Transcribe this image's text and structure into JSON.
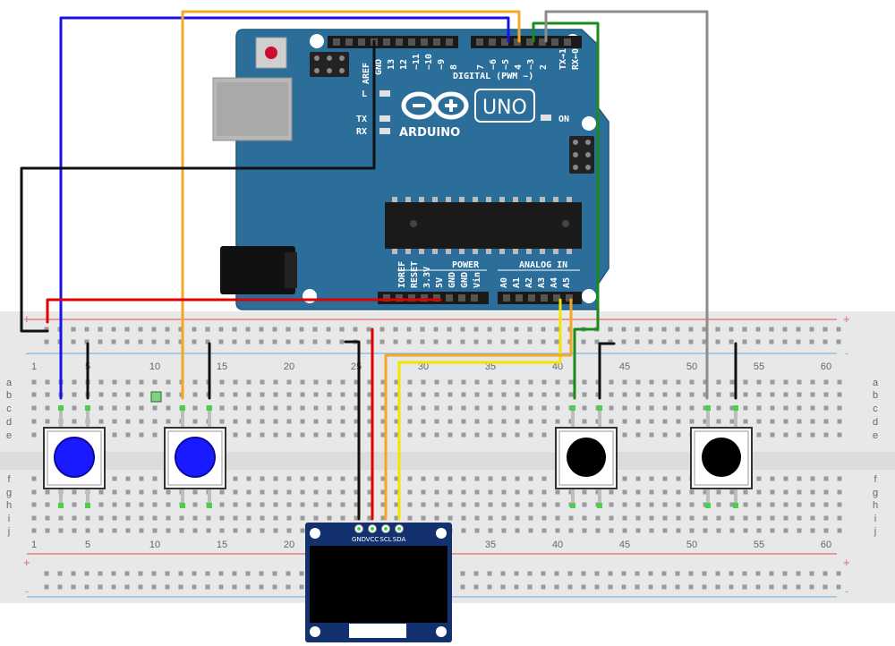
{
  "colors": {
    "board": "#2c6e9a",
    "board_dark": "#1f5a80",
    "breadboard": "#e8e8e8",
    "hole": "#9a9a9a",
    "rail_red": "#e56a6a",
    "rail_blue": "#7fb8e0",
    "wire_blue": "#1414e6",
    "wire_orange": "#f5a623",
    "wire_black": "#111111",
    "wire_red": "#e00000",
    "wire_yellow": "#f2e600",
    "wire_green": "#1a8a1a",
    "wire_gray": "#8c8c8c",
    "pin_green": "#4cd04c",
    "button_blue": "#1a1aff",
    "button_black": "#000000"
  },
  "arduino": {
    "logo_text": "ARDUINO",
    "model": "UNO",
    "on_label": "ON",
    "l_label": "L",
    "tx_label": "TX",
    "rx_label": "RX",
    "digital_header": "DIGITAL (PWM ~)",
    "aref": "AREF",
    "gnd": "GND",
    "digital_pins": [
      "13",
      "12",
      "~11",
      "~10",
      "~9",
      "8",
      "7",
      "~6",
      "~5",
      "4",
      "~3",
      "2",
      "TX→1",
      "RX←0"
    ],
    "power_header": "POWER",
    "power_pins": [
      "IOREF",
      "RESET",
      "3.3V",
      "5V",
      "GND",
      "GND",
      "Vin"
    ],
    "analog_header": "ANALOG IN",
    "analog_pins": [
      "A0",
      "A1",
      "A2",
      "A3",
      "A4",
      "A5"
    ]
  },
  "breadboard": {
    "plus": "+",
    "minus": "-",
    "col_numbers": [
      "1",
      "5",
      "10",
      "15",
      "20",
      "25",
      "30",
      "35",
      "40",
      "45",
      "50",
      "55",
      "60"
    ],
    "rows_top": [
      "a",
      "b",
      "c",
      "d",
      "e"
    ],
    "rows_bottom": [
      "f",
      "g",
      "h",
      "i",
      "j"
    ]
  },
  "oled": {
    "pins": [
      "GND",
      "VCC",
      "SCL",
      "SDA"
    ]
  },
  "buttons": [
    {
      "name": "button-1",
      "color": "blue"
    },
    {
      "name": "button-2",
      "color": "blue"
    },
    {
      "name": "button-3",
      "color": "black"
    },
    {
      "name": "button-4",
      "color": "black"
    }
  ]
}
